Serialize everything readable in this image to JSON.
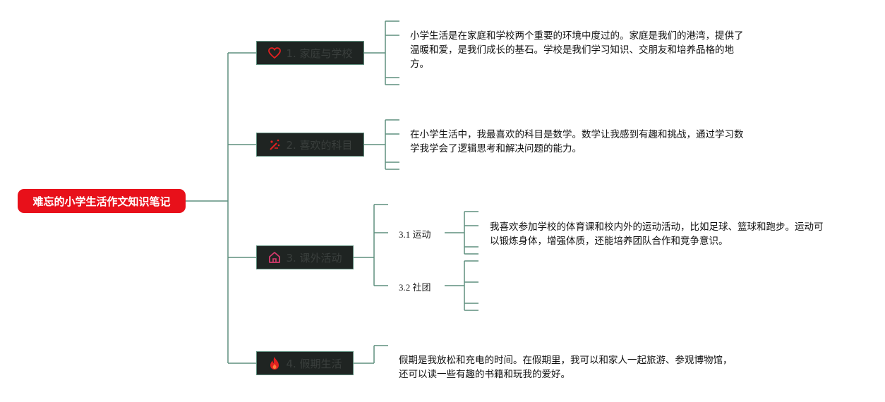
{
  "root": {
    "title": "难忘的小学生活作文知识笔记"
  },
  "branches": [
    {
      "label": "1. 家庭与学校",
      "icon": "heart-icon",
      "note": [
        "小学生活是在家庭和学校两个重要的环境中度过的。家庭是我们的港湾，提供了",
        "温暖和爱，是我们成长的基石。学校是我们学习知识、交朋友和培养品格的地",
        "方。"
      ]
    },
    {
      "label": "2. 喜欢的科目",
      "icon": "sparkle-tools-icon",
      "note": [
        "在小学生活中，我最喜欢的科目是数学。数学让我感到有趣和挑战，通过学习数",
        "学我学会了逻辑思考和解决问题的能力。"
      ]
    },
    {
      "label": "3. 课外活动",
      "icon": "house-icon",
      "children": [
        {
          "label": "3.1 运动",
          "note": [
            "我喜欢参加学校的体育课和校内外的运动活动，比如足球、篮球和跑步。运动可",
            "以锻炼身体，增强体质，还能培养团队合作和竞争意识。"
          ]
        },
        {
          "label": "3.2 社团"
        }
      ]
    },
    {
      "label": "4. 假期生活",
      "icon": "flame-icon",
      "note": [
        "假期是我放松和充电的时间。在假期里，我可以和家人一起旅游、参观博物馆，",
        "还可以读一些有趣的书籍和玩我的爱好。"
      ]
    }
  ],
  "colors": {
    "root": "#e8101a",
    "branch_fill": "#1f2422",
    "connector": "#5f8f7e",
    "icon_red": "#e02020",
    "icon_pink": "#d63a6e"
  }
}
